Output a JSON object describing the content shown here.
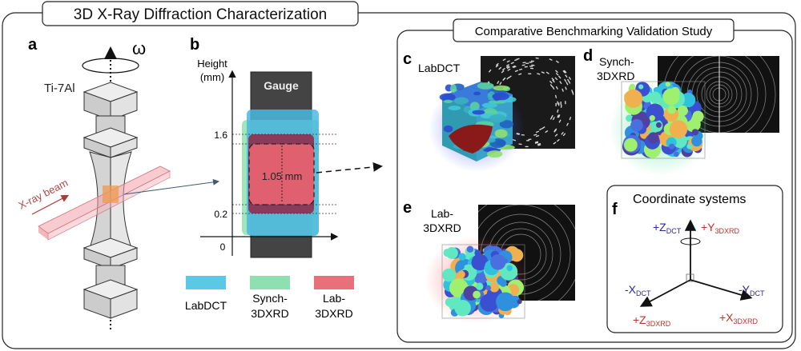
{
  "title": "3D X-Ray Diffraction Characterization",
  "panel_a": {
    "label": "a",
    "omega": "ω",
    "material": "Ti-7Al",
    "beam_label": "X-ray beam"
  },
  "panel_b": {
    "label": "b",
    "y_axis_label_1": "Height",
    "y_axis_label_2": "(mm)",
    "gauge_label": "Gauge",
    "ticks": [
      "1.6",
      "0.2",
      "0"
    ],
    "dimension": "1.05 mm",
    "legend": [
      {
        "line1": "LabDCT",
        "line2": "",
        "color": "#5bc8e6"
      },
      {
        "line1": "Synch-",
        "line2": "3DXRD",
        "color": "#8fe0b0"
      },
      {
        "line1": "Lab-",
        "line2": "3DXRD",
        "color": "#e8707a"
      }
    ]
  },
  "study": {
    "title": "Comparative Benchmarking Validation Study",
    "panel_c": {
      "label": "c",
      "name": "LabDCT"
    },
    "panel_d": {
      "label": "d",
      "name1": "Synch-",
      "name2": "3DXRD"
    },
    "panel_e": {
      "label": "e",
      "name1": "Lab-",
      "name2": "3DXRD"
    },
    "panel_f": {
      "label": "f",
      "title": "Coordinate systems",
      "axes": {
        "z_dct": "+Z",
        "z_dct_sub": "DCT",
        "y_3dxrd": "+Y",
        "y_3dxrd_sub": "3DXRD",
        "x_dct": "-X",
        "x_dct_sub": "DCT",
        "y_dct": "-Y",
        "y_dct_sub": "DCT",
        "z_3dxrd": "+Z",
        "z_3dxrd_sub": "3DXRD",
        "x_3dxrd": "+X",
        "x_3dxrd_sub": "3DXRD"
      },
      "colors": {
        "dct": "#2a2a8a",
        "xrd": "#c0302a"
      }
    }
  }
}
